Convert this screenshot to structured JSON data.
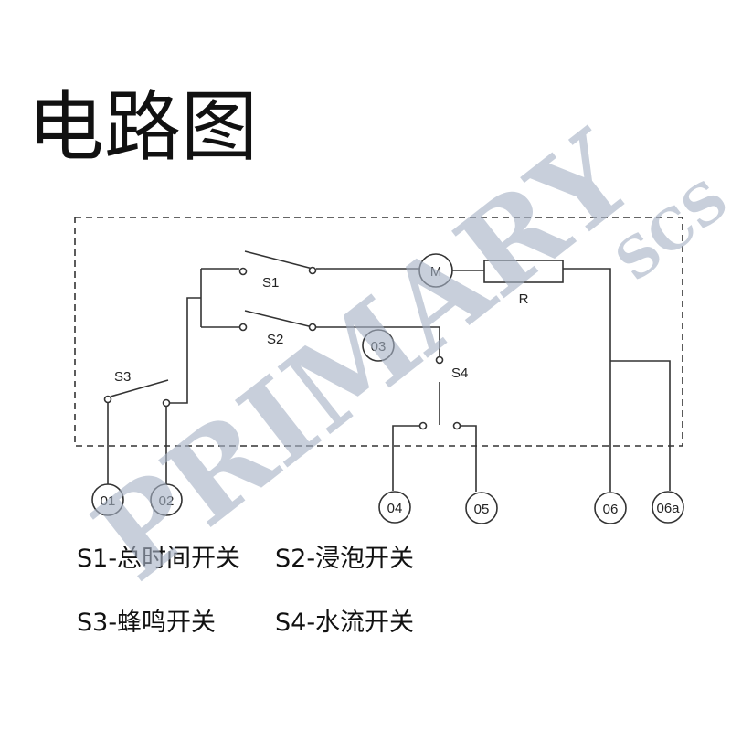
{
  "title": "电路图",
  "watermark": {
    "main": "PRIMARY",
    "sub": "SCS",
    "color": "#a7b3c6"
  },
  "components": {
    "s1": "S1",
    "s2": "S2",
    "s3": "S3",
    "s4": "S4",
    "motor": "M",
    "resistor": "R"
  },
  "terminals": {
    "t01": "01",
    "t02": "02",
    "t03": "03",
    "t04": "04",
    "t05": "05",
    "t06": "06",
    "t06a": "06a"
  },
  "legend": {
    "s1": "S1-总时间开关",
    "s2": "S2-浸泡开关",
    "s3": "S3-蜂鸣开关",
    "s4": "S4-水流开关"
  }
}
